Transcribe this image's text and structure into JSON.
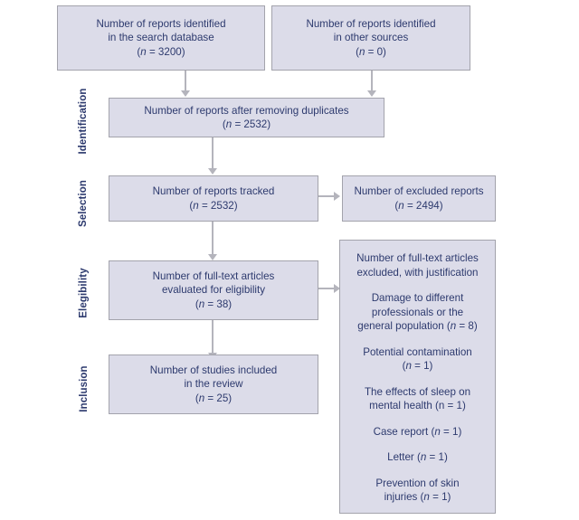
{
  "diagram": {
    "title": "PRISMA study selection flow diagram",
    "colors": {
      "box_fill": "#dcdce9",
      "box_border": "#a3a3ac",
      "text": "#2d3a6e",
      "connector": "#b4b4bc",
      "background": "#ffffff"
    }
  },
  "stages": [
    {
      "id": "identification",
      "label": "Identification"
    },
    {
      "id": "selection",
      "label": "Selection"
    },
    {
      "id": "eligibility",
      "label": "Elegibility"
    },
    {
      "id": "inclusion",
      "label": "Inclusion"
    }
  ],
  "nodes": {
    "records_database": {
      "line1": "Number of reports identified",
      "line2": "in the search database",
      "count_prefix": "(",
      "count_n": "n",
      "count_eq": " = 3200)"
    },
    "records_other": {
      "line1": "Number of reports identified",
      "line2": "in other sources",
      "count_prefix": "(",
      "count_n": "n",
      "count_eq": " = 0)"
    },
    "duplicates_removed": {
      "line1": "Number of reports after removing duplicates",
      "count_prefix": "(",
      "count_n": "n",
      "count_eq": " = 2532)"
    },
    "reports_tracked": {
      "line1": "Number of reports tracked",
      "count_prefix": "(",
      "count_n": "n",
      "count_eq": " = 2532)"
    },
    "reports_excluded": {
      "line1": "Number of excluded reports",
      "count_prefix": "(",
      "count_n": "n",
      "count_eq": " = 2494)"
    },
    "fulltext_assessed": {
      "line1": "Number of full-text articles",
      "line2": "evaluated for eligibility",
      "count_prefix": "(",
      "count_n": "n",
      "count_eq": " = 38)"
    },
    "studies_included": {
      "line1": "Number of studies included",
      "line2": "in the review",
      "count_prefix": "(",
      "count_n": "n",
      "count_eq": " = 25)"
    },
    "fulltext_excluded": {
      "heading_line1": "Number of full-text articles",
      "heading_line2": "excluded, with justification",
      "reasons": [
        {
          "id": "damage-professionals",
          "line1": "Damage to different",
          "line2": "professionals or the",
          "line3_pre": "general population (",
          "line3_n": "n",
          "line3_post": " = 8)"
        },
        {
          "id": "potential-contamination",
          "line1": "Potential contamination",
          "line2": "",
          "line3_pre": "(",
          "line3_n": "n",
          "line3_post": " = 1)"
        },
        {
          "id": "sleep-mental-health",
          "line1": "The effects of sleep on",
          "line2": "",
          "line3_pre": "mental health (n",
          "line3_n": "",
          "line3_post": " = 1)"
        },
        {
          "id": "case-report",
          "line1": "",
          "line2": "",
          "line3_pre": "Case report (",
          "line3_n": "n",
          "line3_post": " = 1)"
        },
        {
          "id": "letter",
          "line1": "",
          "line2": "",
          "line3_pre": "Letter (",
          "line3_n": "n",
          "line3_post": " = 1)"
        },
        {
          "id": "prevention-skin-injuries",
          "line1": "Prevention of skin",
          "line2": "",
          "line3_pre": "injuries (",
          "line3_n": "n",
          "line3_post": " = 1)"
        }
      ]
    }
  }
}
